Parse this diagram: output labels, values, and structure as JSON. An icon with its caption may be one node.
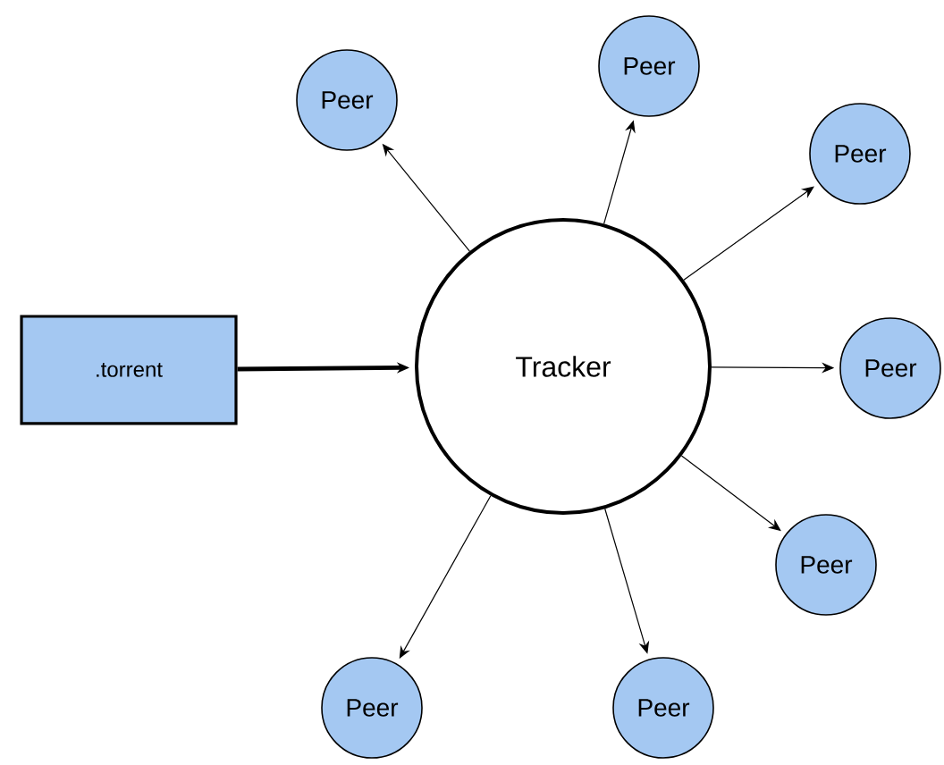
{
  "diagram": {
    "nodes": [
      {
        "text": [
          ".torrent"
        ]
      },
      {
        "text": [
          "Tracker"
        ]
      },
      {
        "text": [
          "Peer"
        ]
      },
      {
        "text": [
          "Peer"
        ]
      },
      {
        "text": [
          "Peer"
        ]
      },
      {
        "text": [
          "Peer"
        ]
      },
      {
        "text": [
          "Peer"
        ]
      },
      {
        "text": [
          "Peer"
        ]
      },
      {
        "text": [
          "Peer"
        ]
      }
    ],
    "edges": [
      {
        "from": 0,
        "to": 1,
        "arrow": "to",
        "style": "thick"
      },
      {
        "from": 1,
        "to": 2,
        "arrow": "to"
      },
      {
        "from": 1,
        "to": 3,
        "arrow": "to"
      },
      {
        "from": 1,
        "to": 4,
        "arrow": "to"
      },
      {
        "from": 1,
        "to": 5,
        "arrow": "to"
      },
      {
        "from": 1,
        "to": 6,
        "arrow": "to"
      },
      {
        "from": 1,
        "to": 7,
        "arrow": "to"
      },
      {
        "from": 1,
        "to": 8,
        "arrow": "to"
      }
    ]
  }
}
